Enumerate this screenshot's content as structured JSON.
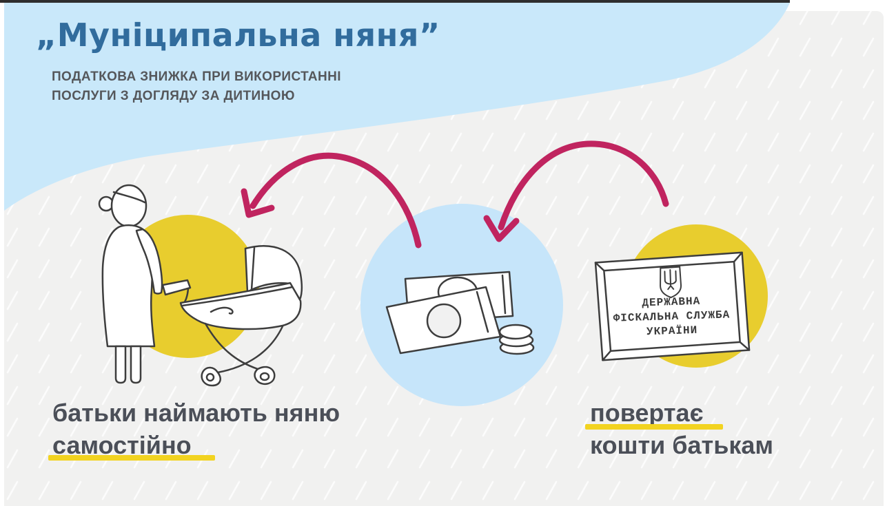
{
  "header": {
    "title": "„Муніципальна няня”",
    "subtitle_line1": "ПОДАТКОВА ЗНИЖКА ПРИ ВИКОРИСТАННІ",
    "subtitle_line2": "ПОСЛУГИ З ДОГЛЯДУ ЗА ДИТИНОЮ"
  },
  "scene": {
    "parents_step": {
      "caption_line1": "батьки наймають няню",
      "caption_line2": "самостійно",
      "underlined_word": "самостійно",
      "icon": "parent-with-stroller-icon"
    },
    "money_step": {
      "icon": "money-banknotes-and-coins-icon"
    },
    "fiscal_service_step": {
      "caption_line1": "повертає",
      "caption_line2": "кошти батькам",
      "underlined_word": "повертає",
      "icon": "fiscal-service-sign-icon",
      "sign": {
        "line1": "ДЕРЖАВНА",
        "line2": "ФІСКАЛЬНА СЛУЖБА",
        "line3": "УКРАЇНИ",
        "emblem": "ukraine-trident-emblem-icon"
      }
    },
    "arrows": {
      "service_to_money": "curved-arrow-right-to-money",
      "money_to_parents": "curved-arrow-money-to-parents"
    }
  },
  "colors": {
    "wave_blue": "#c9e8fa",
    "money_circle_blue": "#c6e5fa",
    "accent_yellow": "#e8cd2e",
    "underline_yellow": "#f2d320",
    "arrow_crimson": "#c0245f",
    "title_blue": "#316c9d",
    "subtitle_gray": "#55575b",
    "caption_dark": "#4b4f58",
    "background_gray": "#f1f1f0"
  }
}
